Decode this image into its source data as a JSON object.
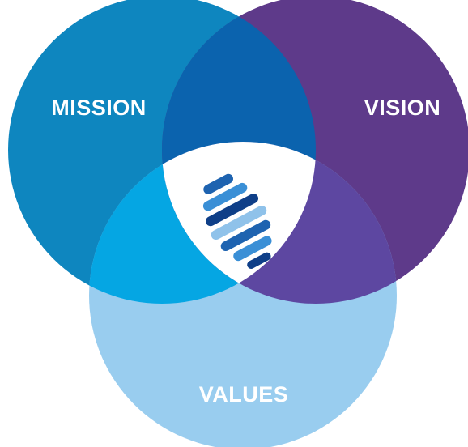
{
  "diagram": {
    "type": "venn",
    "sets": [
      {
        "id": "mission",
        "label": "MISSION",
        "color": "#0E86BF"
      },
      {
        "id": "vision",
        "label": "VISION",
        "color": "#5E3A8A"
      },
      {
        "id": "values",
        "label": "VALUES",
        "color": "#99CDEF"
      }
    ],
    "overlaps": {
      "mission_vision": "#0B63AE",
      "mission_values": "#05A6E3",
      "vision_values": "#5D47A1",
      "center": "#FFFFFF"
    },
    "center_logo": {
      "icon": "flame-spiral-logo",
      "colors": [
        "#1E63B0",
        "#3A8FD6",
        "#0F3F88",
        "#8FC2EA"
      ]
    }
  }
}
